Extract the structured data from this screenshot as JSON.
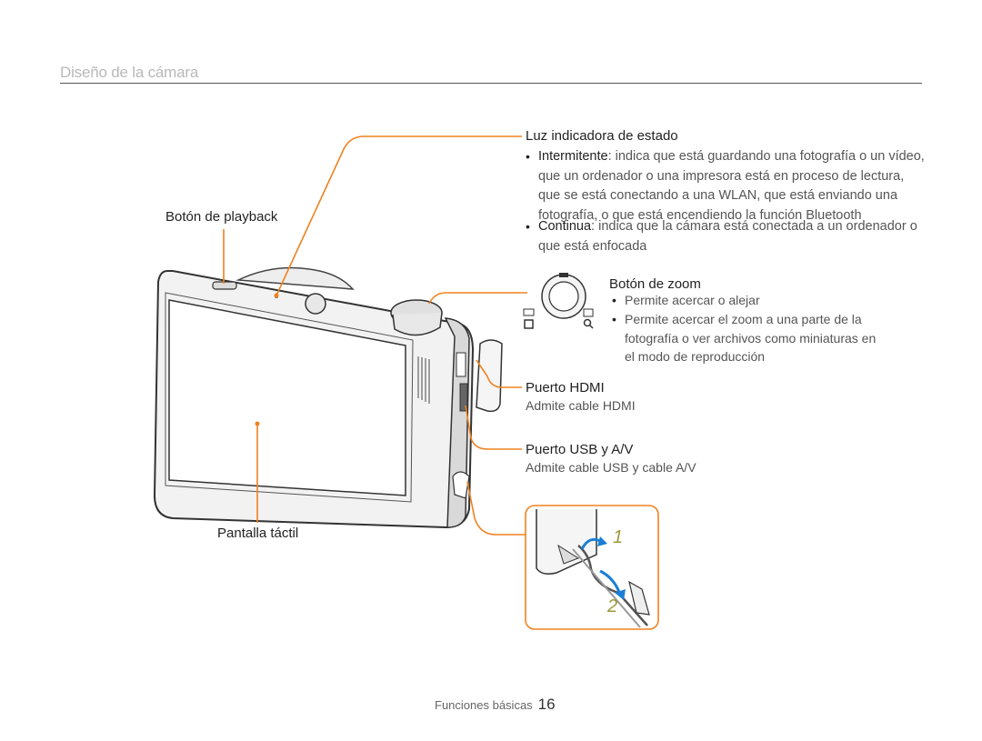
{
  "section_title": "Diseño de la cámara",
  "labels": {
    "playback_button": "Botón de playback",
    "touch_screen": "Pantalla táctil",
    "status_light": "Luz indicadora de estado",
    "zoom_button": "Botón de zoom",
    "hdmi_port": "Puerto HDMI",
    "hdmi_desc": "Admite cable HDMI",
    "usb_port": "Puerto USB y A/V",
    "usb_desc": "Admite cable USB y cable A/V"
  },
  "status_light_items": [
    {
      "term": "Intermitente",
      "text": ": indica que está guardando una fotografía o un vídeo, que un ordenador o una impresora está en proceso de lectura, que se está conectando a una WLAN, que está enviando una fotografía, o que está encendiendo la función Bluetooth"
    },
    {
      "term": "Continua",
      "text": ": indica que la cámara está conectada a un ordenador o que está enfocada"
    }
  ],
  "zoom_items": [
    "Permite acercar o alejar",
    "Permite acercar el zoom a una parte de la fotografía o ver archivos como miniaturas en el modo de reproducción"
  ],
  "strap_steps": [
    "1",
    "2"
  ],
  "footer": {
    "section": "Funciones básicas",
    "page": "16"
  },
  "colors": {
    "callout": "#f0821e",
    "arrow": "#1a7fd6",
    "title": "#b9b9b9"
  }
}
